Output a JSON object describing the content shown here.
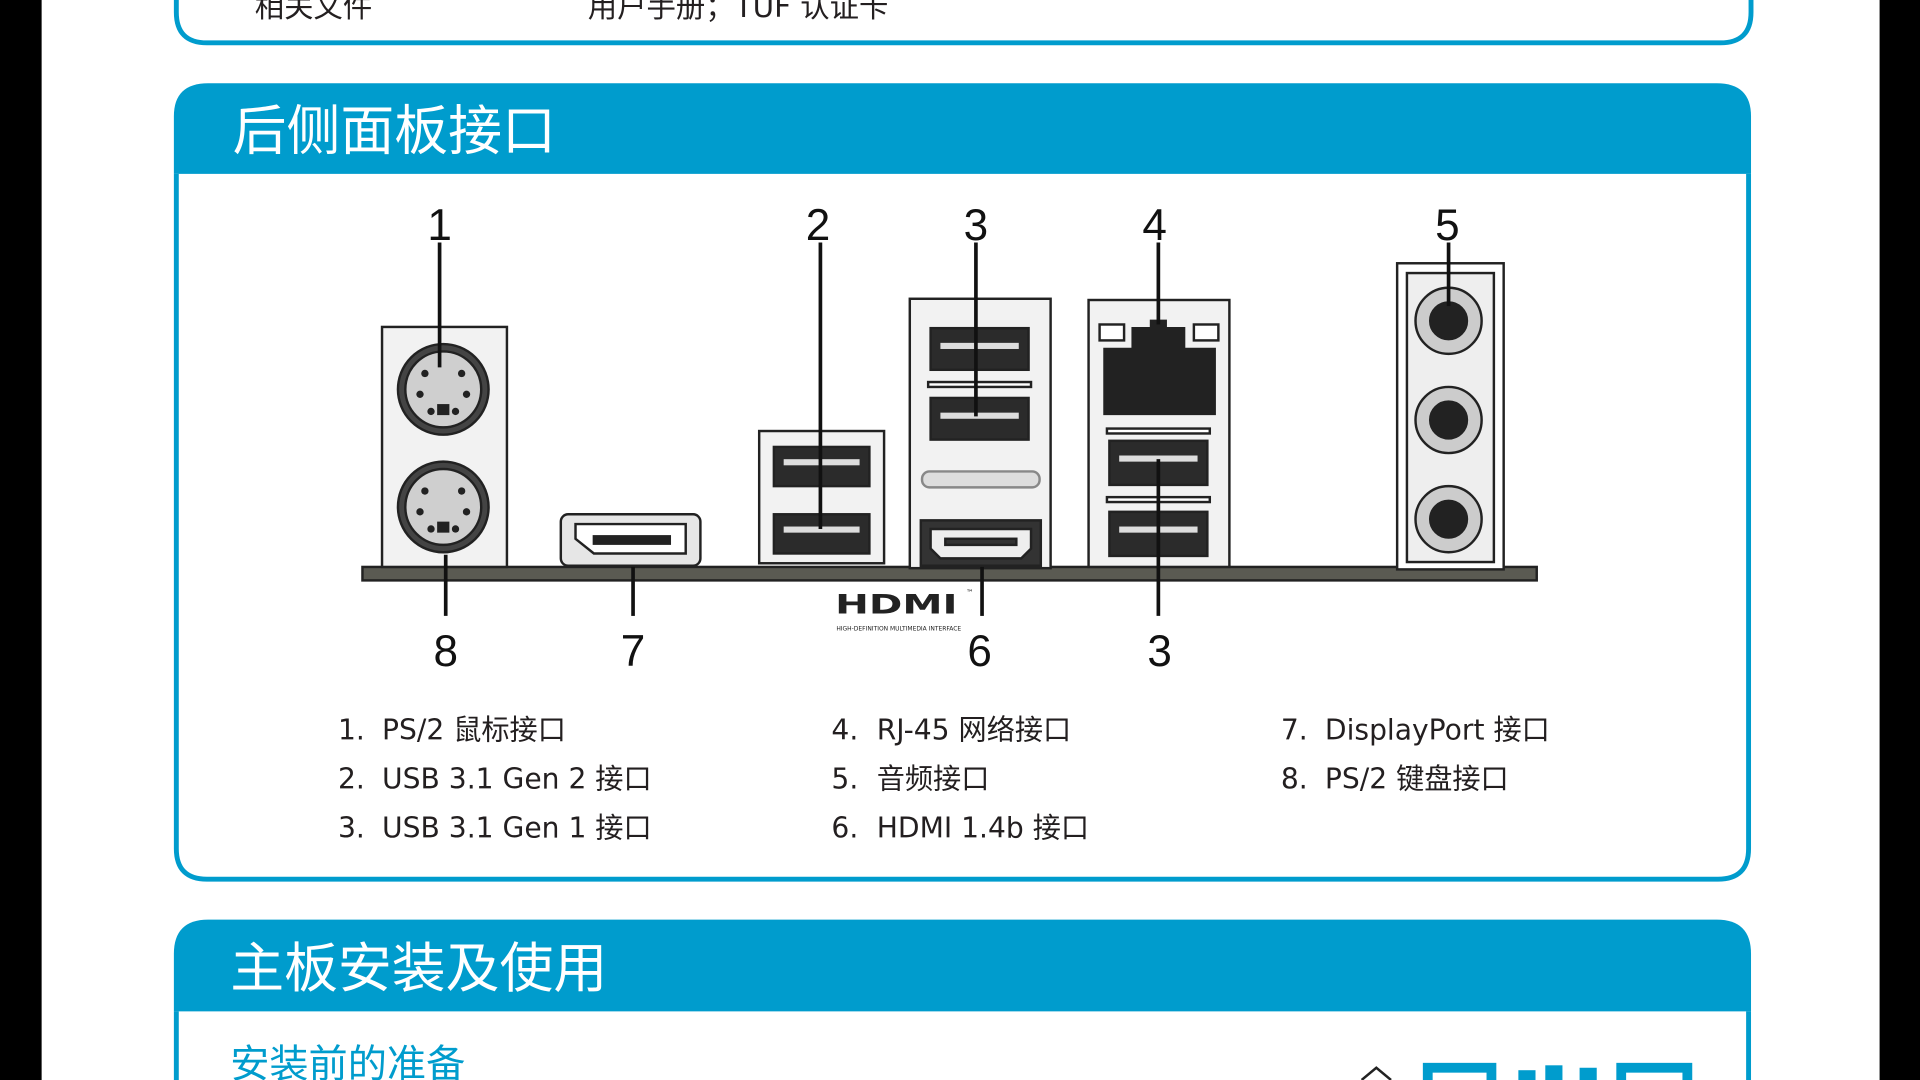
{
  "top_table": {
    "label": "相关文件",
    "value": "用户手册；TUF 认证卡"
  },
  "rear_panel": {
    "title": "后侧面板接口",
    "callouts": {
      "c1": "1",
      "c2": "2",
      "c3a": "3",
      "c4": "4",
      "c5": "5",
      "c8": "8",
      "c7": "7",
      "c6": "6",
      "c3b": "3"
    },
    "hdmi_logo": {
      "text": "HDMI",
      "tm": "™",
      "tagline": "HIGH-DEFINITION MULTIMEDIA INTERFACE"
    },
    "legend": [
      {
        "num": "1.",
        "label": "PS/2 鼠标接口"
      },
      {
        "num": "2.",
        "label": "USB 3.1 Gen 2 接口"
      },
      {
        "num": "3.",
        "label": "USB 3.1 Gen 1 接口"
      },
      {
        "num": "4.",
        "label": "RJ-45 网络接口"
      },
      {
        "num": "5.",
        "label": "音频接口"
      },
      {
        "num": "6.",
        "label": "HDMI 1.4b 接口"
      },
      {
        "num": "7.",
        "label": "DisplayPort 接口"
      },
      {
        "num": "8.",
        "label": "PS/2 键盘接口"
      }
    ]
  },
  "install": {
    "title": "主板安装及使用",
    "subtitle": "安装前的准备"
  },
  "colors": {
    "accent": "#009ccd",
    "frame": "#000000",
    "text": "#231f20"
  }
}
